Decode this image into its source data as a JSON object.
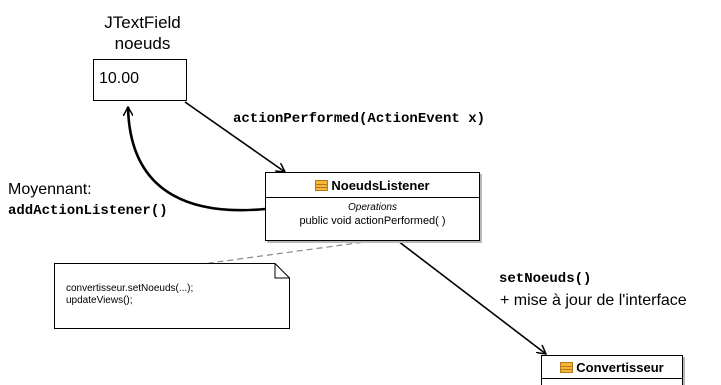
{
  "textfield": {
    "caption_line1": "JTextField",
    "caption_line2": "noeuds",
    "value": "10.00"
  },
  "labels": {
    "action_performed_call": "actionPerformed(ActionEvent x)",
    "registration_prefix": "Moyennant:",
    "registration_method": "addActionListener()",
    "set_noeuds_call": "setNoeuds()",
    "update_text": "+ mise à jour de l'interface"
  },
  "listener_class": {
    "name": "NoeudsListener",
    "section_label": "Operations",
    "operation": "public void  actionPerformed( )"
  },
  "note": {
    "line1": "convertisseur.setNoeuds(...);",
    "line2": "updateViews();"
  },
  "convertisseur_class": {
    "name": "Convertisseur"
  },
  "colors": {
    "class_icon": "#f4b73a",
    "class_icon_border": "#b4791a",
    "shadow": "#b8b8b8"
  }
}
